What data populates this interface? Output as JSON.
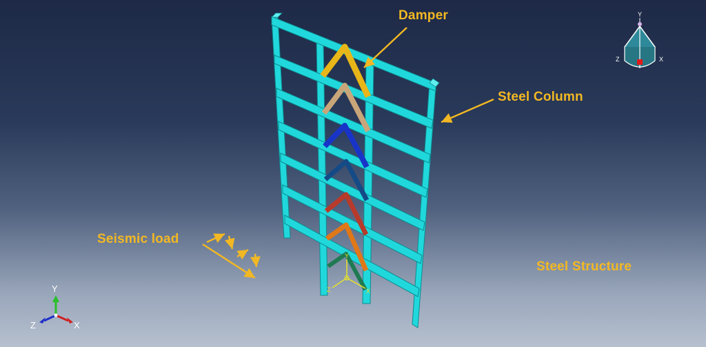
{
  "labels": {
    "damper": "Damper",
    "steel_column": "Steel Column",
    "seismic_load": "Seismic load",
    "steel_structure": "Steel Structure"
  },
  "triad": {
    "x": "X",
    "y": "Y",
    "z": "Z"
  },
  "view_cube": {
    "x": "X",
    "y": "Y",
    "z": "Z"
  },
  "local_csys": {
    "y": "Y",
    "z": "Z",
    "x": "X"
  },
  "colors": {
    "frame": "#20d8dc",
    "label": "#f2b823",
    "damper_floor1": "#e8b618",
    "damper_floor2": "#c9a57a",
    "damper_floor3": "#1834c8",
    "damper_floor4": "#144a86",
    "damper_floor5": "#b83a2a",
    "damper_floor6": "#e07818",
    "damper_floor7": "#1f7a52"
  }
}
